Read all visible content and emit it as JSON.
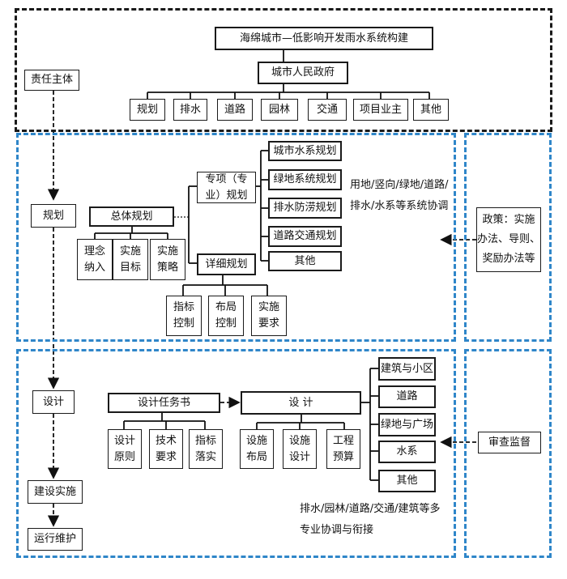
{
  "top": {
    "title": "海绵城市—低影响开发雨水系统构建",
    "government": "城市人民政府",
    "departments": [
      "规划",
      "排水",
      "道路",
      "园林",
      "交通",
      "项目业主",
      "其他"
    ]
  },
  "flow": {
    "responsible": "责任主体",
    "planning": "规划",
    "design": "设计",
    "construction": "建设实施",
    "operation": "运行维护"
  },
  "planning_section": {
    "master_plan": "总体规划",
    "master_children": [
      "理念\n纳入",
      "实施\n目标",
      "实施\n策略"
    ],
    "special_plan": "专项（专\n业）规划",
    "special_children": [
      "城市水系规划",
      "绿地系统规划",
      "排水防涝规划",
      "道路交通规划",
      "其他"
    ],
    "coordination_note": "用地/竖向/绿地/道路/\n排水/水系等系统协调",
    "detailed_plan": "详细规划",
    "detailed_children": [
      "指标\n控制",
      "布局\n控制",
      "实施\n要求"
    ],
    "policy": "政策：实施\n办法、导则、\n奖励办法等"
  },
  "design_section": {
    "task_book": "设计任务书",
    "task_children": [
      "设计\n原则",
      "技术\n要求",
      "指标\n落实"
    ],
    "design": "设      计",
    "design_children": [
      "设施\n布局",
      "设施\n设计",
      "工程\n预算"
    ],
    "categories": [
      "建筑与小区",
      "道路",
      "绿地与广场",
      "水系",
      "其他"
    ],
    "coordination_note": "排水/园林/道路/交通/建筑等多\n专业协调与衔接",
    "supervision": "审查监督"
  }
}
